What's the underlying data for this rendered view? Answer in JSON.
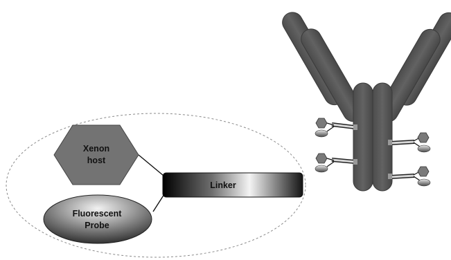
{
  "labels": {
    "xenon_line1": "Xenon",
    "xenon_line2": "host",
    "linker": "Linker",
    "probe_line1": "Fluorescent",
    "probe_line2": "Probe"
  },
  "colors": {
    "antibody": "#585858",
    "antibody_edge": "#3a3a3a",
    "hexagon": "#727272",
    "ellipse_dashed": "#8a8a8a",
    "connector": "#111111"
  }
}
